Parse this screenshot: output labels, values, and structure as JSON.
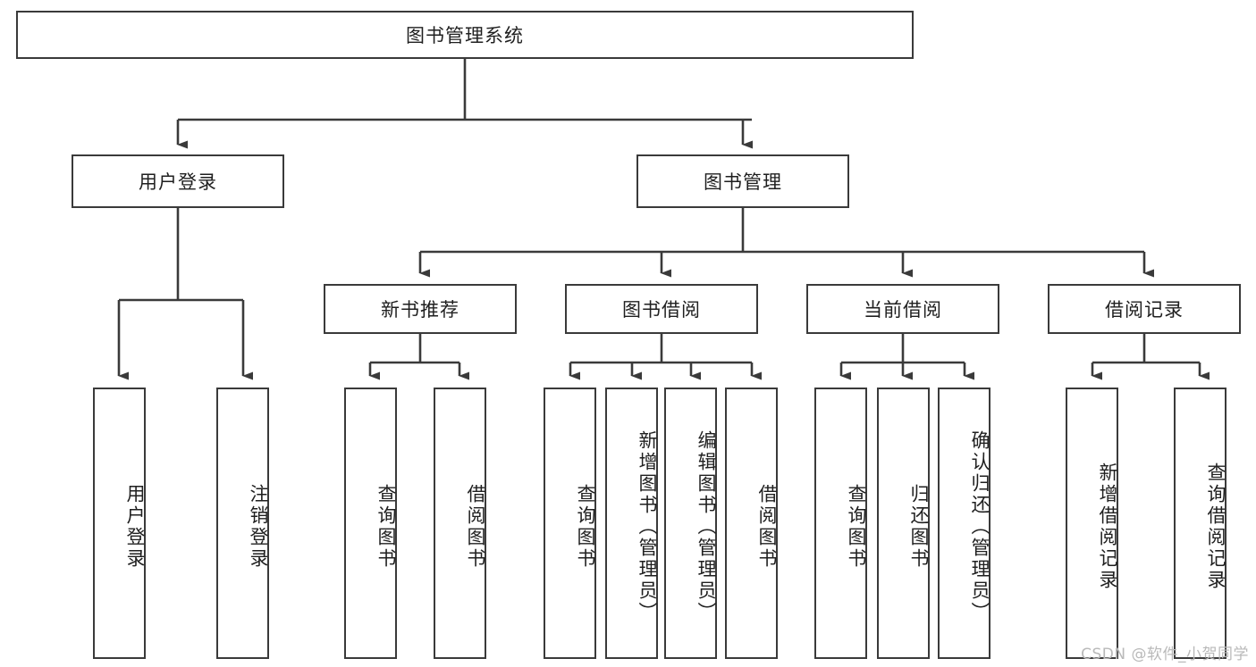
{
  "diagram": {
    "title": "图书管理系统",
    "watermark": "CSDN @软件_小贺同学",
    "line_color": "#3a3a3a",
    "box_border_color": "#3a3a3a",
    "box_fill": "#ffffff",
    "text_color": "#1f1f1f",
    "nodes": {
      "root": "图书管理系统",
      "login": "用户登录",
      "book_mgmt": "图书管理",
      "new_book_rec": "新书推荐",
      "book_borrow": "图书借阅",
      "current_borrow": "当前借阅",
      "borrow_record": "借阅记录",
      "leaf_user_login": "用户登录",
      "leaf_user_logout": "注销登录",
      "leaf_query_book_1": "查询图书",
      "leaf_borrow_book_1": "借阅图书",
      "leaf_query_book_2": "查询图书",
      "leaf_add_book_admin": "新增图书（管理员）",
      "leaf_edit_book_admin": "编辑图书（管理员）",
      "leaf_borrow_book_2": "借阅图书",
      "leaf_query_book_3": "查询图书",
      "leaf_return_book": "归还图书",
      "leaf_confirm_return_admin": "确认归还（管理员）",
      "leaf_add_borrow_record": "新增借阅记录",
      "leaf_query_borrow_record": "查询借阅记录"
    }
  }
}
